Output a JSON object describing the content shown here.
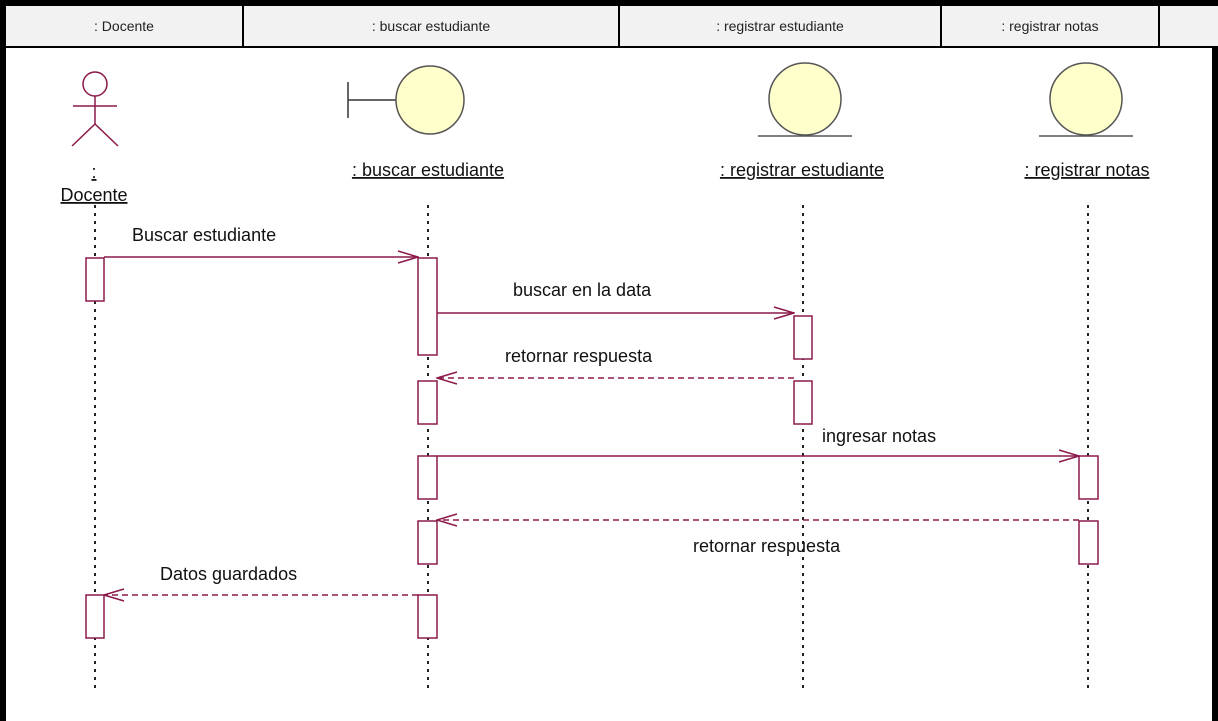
{
  "header": {
    "columns": [
      ": Docente",
      ": buscar estudiante",
      ": registrar estudiante",
      ": registrar notas"
    ]
  },
  "lifelines": [
    {
      "kind": "actor",
      "name_prefix": ":",
      "name": "Docente"
    },
    {
      "kind": "boundary",
      "name": ": buscar estudiante"
    },
    {
      "kind": "entity",
      "name": ": registrar estudiante"
    },
    {
      "kind": "entity",
      "name": ": registrar notas"
    }
  ],
  "messages": [
    {
      "label": "Buscar estudiante",
      "type": "sync"
    },
    {
      "label": "buscar en la data",
      "type": "sync"
    },
    {
      "label": "retornar respuesta",
      "type": "return"
    },
    {
      "label": "ingresar notas",
      "type": "sync"
    },
    {
      "label": "retornar respuesta",
      "type": "return"
    },
    {
      "label": "Datos guardados",
      "type": "return"
    }
  ],
  "colors": {
    "line": "#8b1a4a",
    "entity_fill": "#ffffcc",
    "header_bg": "#f2f2f2"
  }
}
